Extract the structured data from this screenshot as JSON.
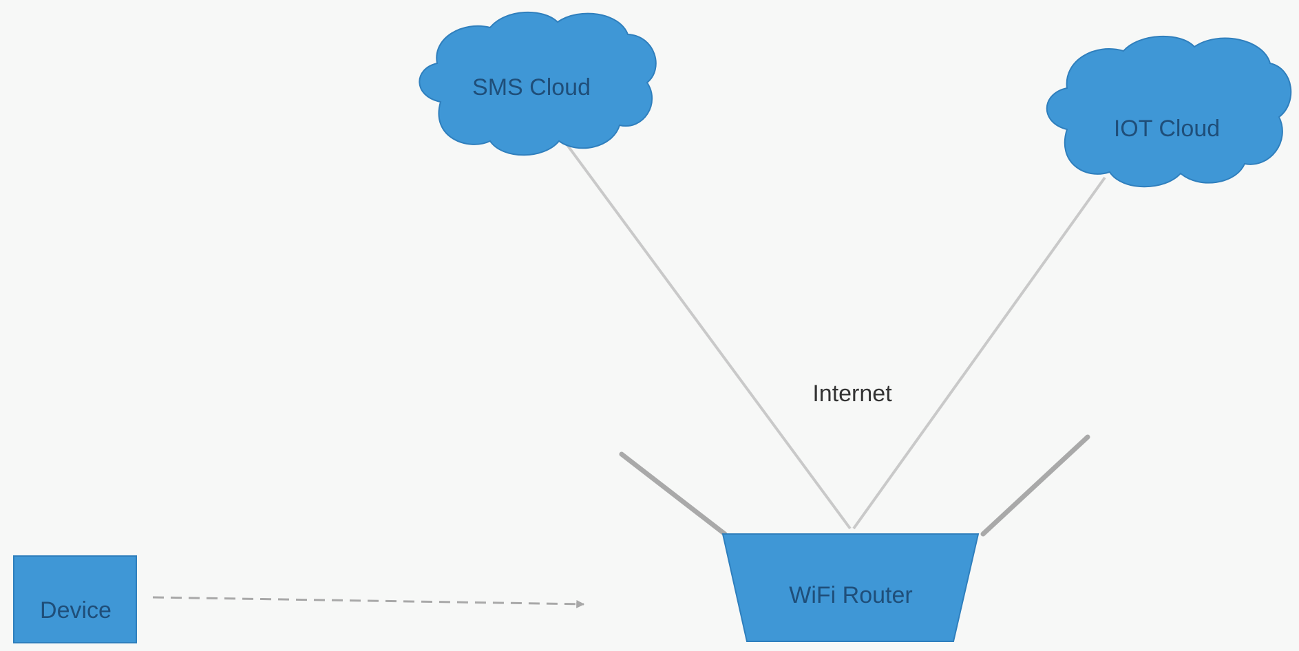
{
  "diagram": {
    "nodes": {
      "sms_cloud": {
        "label": "SMS Cloud",
        "shape": "cloud"
      },
      "iot_cloud": {
        "label": "IOT Cloud",
        "shape": "cloud"
      },
      "wifi_router": {
        "label": "WiFi Router",
        "shape": "trapezoid"
      },
      "device": {
        "label": "Device",
        "shape": "rectangle"
      }
    },
    "connection_label": "Internet",
    "edges": [
      {
        "from": "wifi_router",
        "to": "sms_cloud",
        "style": "solid"
      },
      {
        "from": "wifi_router",
        "to": "iot_cloud",
        "style": "solid"
      },
      {
        "from": "device",
        "to": "wifi_router",
        "style": "dashed-arrow"
      }
    ],
    "colors": {
      "node_fill": "#3f97d6",
      "node_text": "#1f4e79",
      "line": "#c9c9c9",
      "background": "#f7f8f7"
    }
  }
}
